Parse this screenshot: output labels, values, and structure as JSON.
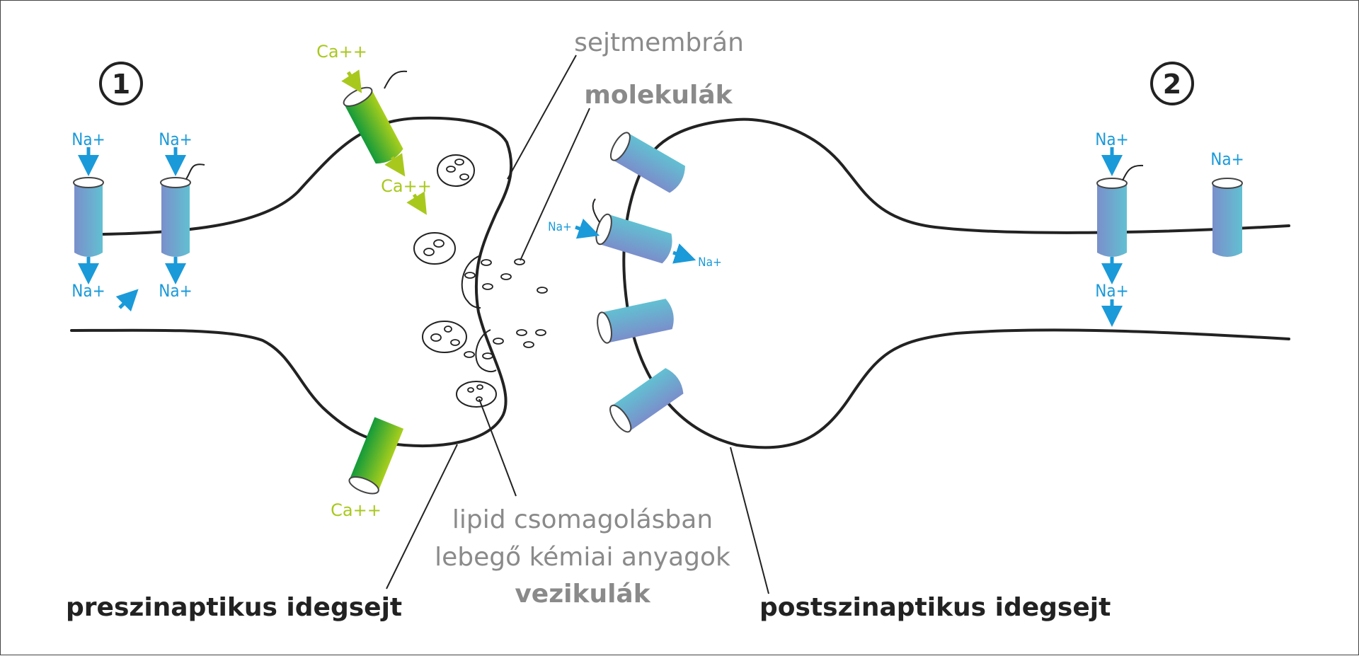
{
  "diagram": {
    "markers": {
      "one": "1",
      "two": "2"
    },
    "ions": {
      "sodium": "Na+",
      "calcium": "Ca++"
    },
    "labels": {
      "membrane": "sejtmembrán",
      "molecules": "molekulák",
      "vesicle_desc_line1": "lipid csomagolásban",
      "vesicle_desc_line2": "lebegő kémiai anyagok",
      "vesicles": "vezikulák",
      "presynaptic": "preszinaptikus idegsejt",
      "postsynaptic": "postszinaptikus idegsejt"
    },
    "colors": {
      "sodium": "#1a9ad9",
      "calcium": "#a9c81e",
      "label_grey": "#8a8a8a",
      "membrane": "#222222"
    }
  }
}
